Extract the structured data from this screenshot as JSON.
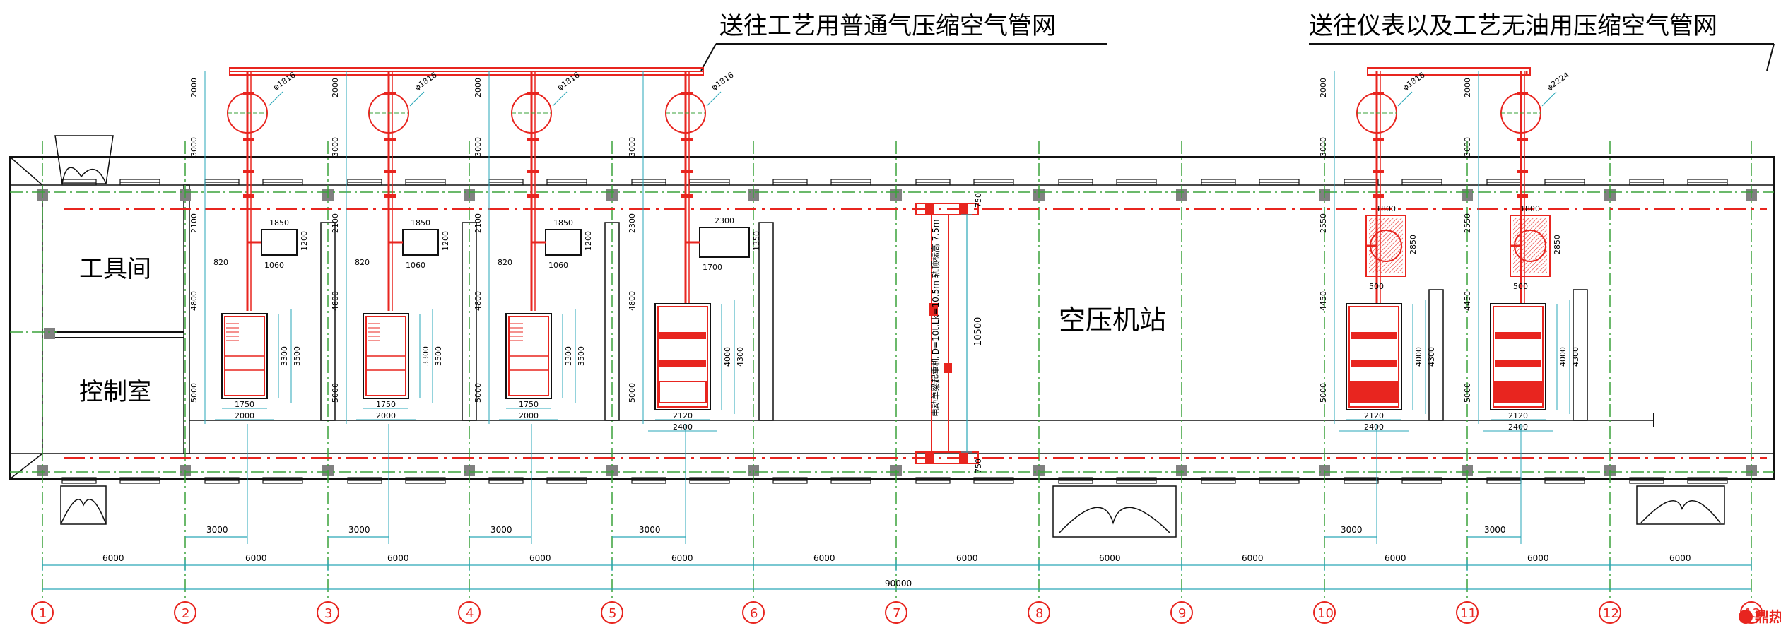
{
  "labels": {
    "title_left": "送往工艺用普通气压缩空气管网",
    "title_right": "送往仪表以及工艺无油用压缩空气管网",
    "room_tools": "工具间",
    "room_control": "控制室",
    "room_station": "空压机站",
    "crane_note": "电动单梁起重机 D=10t,Lk=10.5m 轨顶标高 7.5m",
    "watermark": "鼎热信"
  },
  "axes": [
    "1",
    "2",
    "3",
    "4",
    "5",
    "6",
    "7",
    "8",
    "9",
    "10",
    "11",
    "12",
    "13"
  ],
  "span_dims": [
    "6000",
    "6000",
    "6000",
    "6000",
    "6000",
    "6000",
    "6000",
    "6000",
    "6000",
    "6000",
    "6000",
    "6000"
  ],
  "total_dim": "90000",
  "offset_dims": [
    "3000",
    "3000",
    "3000",
    "3000",
    "3000",
    "3000"
  ],
  "tank_labels": [
    "φ1816",
    "φ1816",
    "φ1816",
    "φ1816",
    "φ1816",
    "φ2224"
  ],
  "units": [
    {
      "dryer_w": "1850",
      "dryer_h": "1200",
      "gap": "1060",
      "offset": "820",
      "upper": "2100",
      "lower": "4800",
      "bottom": "5000",
      "comp_w1": "1750",
      "comp_w2": "2000",
      "comp_h1": "3300",
      "comp_h2": "3500",
      "top1": "3000",
      "top2": "2000"
    },
    {
      "dryer_w": "1850",
      "dryer_h": "1200",
      "gap": "1060",
      "offset": "820",
      "upper": "2100",
      "lower": "4800",
      "bottom": "5000",
      "comp_w1": "1750",
      "comp_w2": "2000",
      "comp_h1": "3300",
      "comp_h2": "3500",
      "top1": "3000",
      "top2": "2000"
    },
    {
      "dryer_w": "1850",
      "dryer_h": "1200",
      "gap": "1060",
      "offset": "820",
      "upper": "2100",
      "lower": "4800",
      "bottom": "5000",
      "comp_w1": "1750",
      "comp_w2": "2000",
      "comp_h1": "3300",
      "comp_h2": "3500",
      "top1": "3000",
      "top2": "2000"
    },
    {
      "dryer_w": "2300",
      "dryer_h": "1350",
      "gap": "1700",
      "upper": "2300",
      "lower": "4800",
      "bottom": "5000",
      "comp_w1": "2120",
      "comp_w2": "2400",
      "comp_h1": "4000",
      "comp_h2": "4300",
      "top1": "3000"
    },
    {
      "dryer_w": "1800",
      "dryer_h": "2850",
      "gap": "500",
      "upper": "2550",
      "lower": "4450",
      "bottom": "5000",
      "comp_w1": "2120",
      "comp_w2": "2400",
      "comp_h1": "4000",
      "comp_h2": "4300",
      "top1": "3000",
      "top2": "2000"
    },
    {
      "dryer_w": "1800",
      "dryer_h": "2850",
      "gap": "500",
      "upper": "2550",
      "lower": "4450",
      "bottom": "5000",
      "comp_w1": "2120",
      "comp_w2": "2400",
      "comp_h1": "4000",
      "comp_h2": "4300",
      "top1": "3000",
      "top2": "2000"
    }
  ],
  "crane_dims": {
    "span": "10500",
    "top": "750",
    "bottom": "750"
  },
  "colors": {
    "red": "#e8251f",
    "green": "#3aa23a",
    "cyan": "#2aa7b8",
    "black": "#111111",
    "grey": "#808080"
  }
}
